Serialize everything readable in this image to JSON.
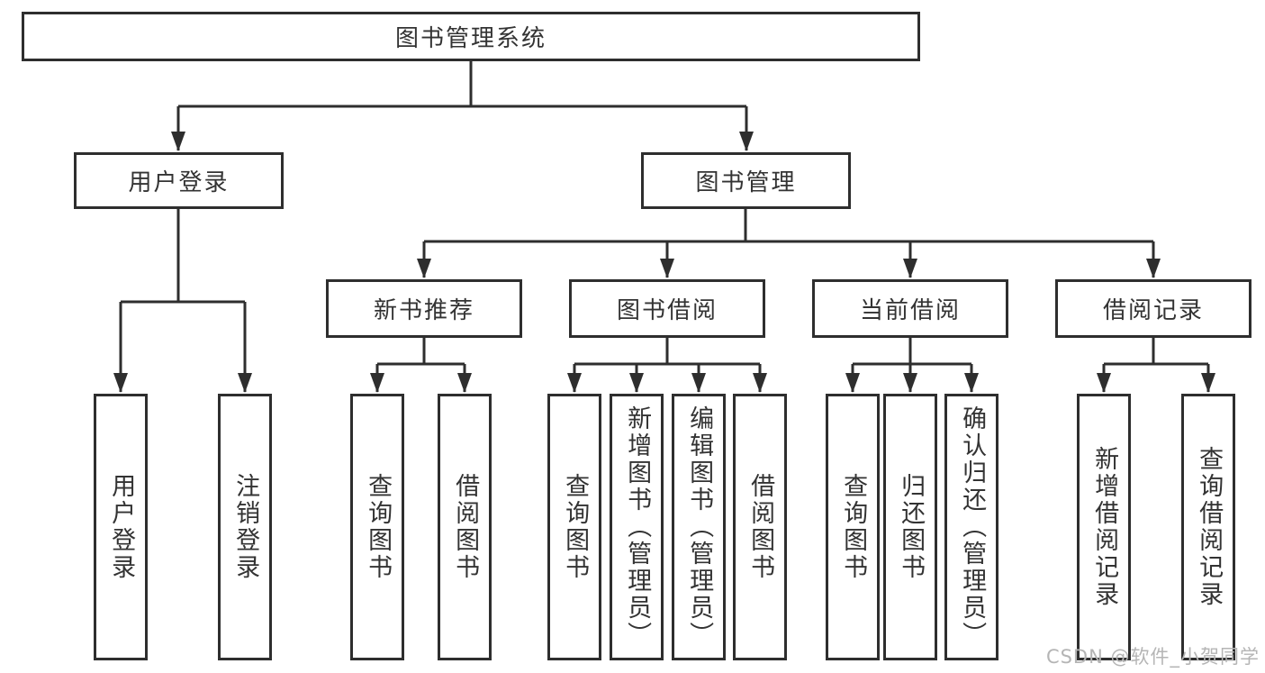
{
  "nodes": {
    "root": "图书管理系统",
    "level2": [
      "用户登录",
      "图书管理"
    ],
    "level3": [
      "新书推荐",
      "图书借阅",
      "当前借阅",
      "借阅记录"
    ],
    "login_children": [
      "用户登录",
      "注销登录"
    ],
    "new_book_children": [
      "查询图书",
      "借阅图书"
    ],
    "borrow_children": [
      "查询图书",
      "新增图书（管理员）",
      "编辑图书（管理员）",
      "借阅图书"
    ],
    "current_children": [
      "查询图书",
      "归还图书",
      "确认归还（管理员）"
    ],
    "records_children": [
      "新增借阅记录",
      "查询借阅记录"
    ]
  },
  "watermark": "CSDN @软件_小贺同学",
  "colors": {
    "line": "#2e2e2e",
    "box_border": "#2e2e2e",
    "box_fill": "#ffffff",
    "text": "#333333",
    "watermark": "#b5b5b5",
    "background": "#ffffff"
  }
}
